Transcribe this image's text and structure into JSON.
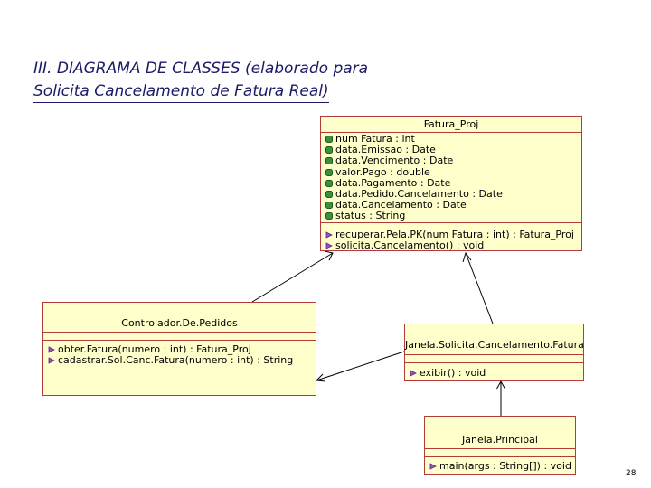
{
  "title": {
    "line1": "III.  DIAGRAMA DE CLASSES (elaborado para",
    "line2": "Solicita Cancelamento de Fatura Real)"
  },
  "classes": {
    "fatura_proj": {
      "name": "Fatura_Proj",
      "attributes": [
        "num Fatura : int",
        "data.Emissao : Date",
        "data.Vencimento : Date",
        "valor.Pago : double",
        "data.Pagamento : Date",
        "data.Pedido.Cancelamento : Date",
        "data.Cancelamento : Date",
        "status : String"
      ],
      "operations": [
        "recuperar.Pela.PK(num Fatura : int) : Fatura_Proj",
        "solicita.Cancelamento() : void"
      ]
    },
    "controlador": {
      "name": "Controlador.De.Pedidos",
      "attributes": [],
      "operations": [
        "obter.Fatura(numero : int) : Fatura_Proj",
        "cadastrar.Sol.Canc.Fatura(numero : int) : String"
      ]
    },
    "janela_solicita": {
      "name": "Janela.Solicita.Cancelamento.Fatura",
      "attributes": [],
      "operations": [
        "exibir() : void"
      ]
    },
    "janela_principal": {
      "name": "Janela.Principal",
      "attributes": [],
      "operations": [
        "main(args : String[]) : void"
      ]
    }
  },
  "page_number": "28",
  "colors": {
    "class_fill": "#ffffcc",
    "class_border": "#b33b3b",
    "title_text": "#1a1a66",
    "attribute_icon": "#3a8f3a",
    "operation_icon": "#9b4fc9",
    "link_line": "#000000"
  }
}
